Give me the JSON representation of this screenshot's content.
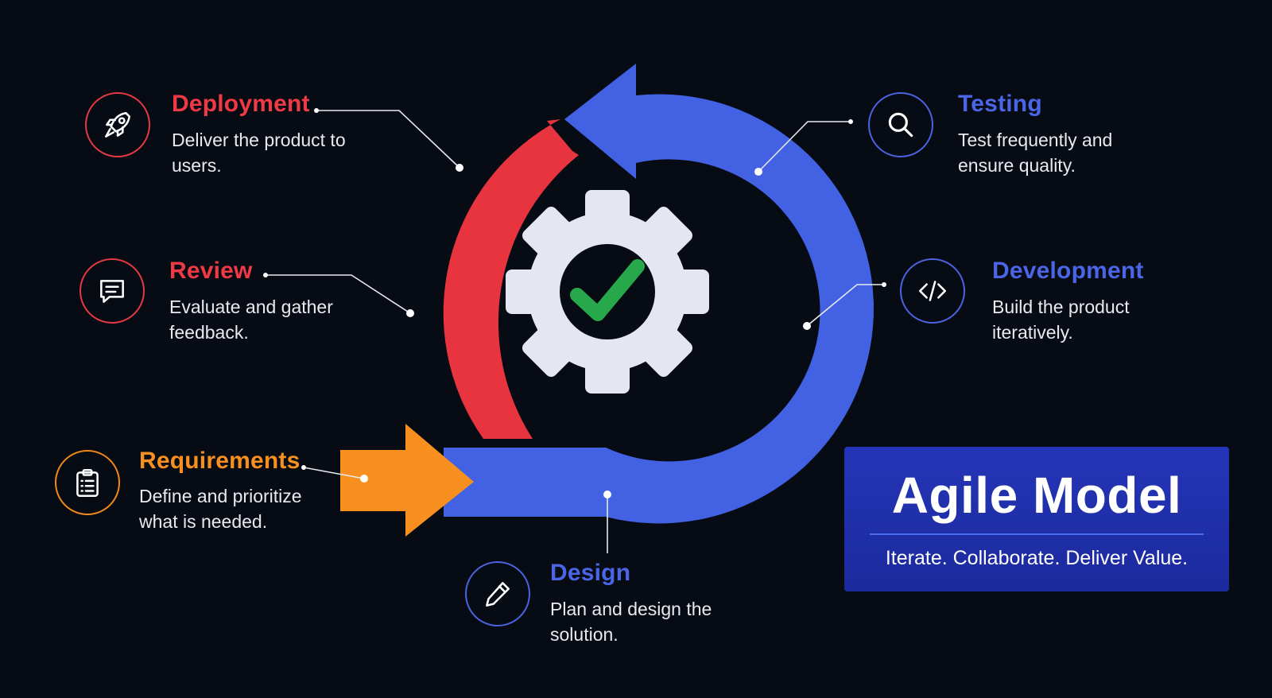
{
  "stages": [
    {
      "key": "deployment",
      "title": "Deployment",
      "description": "Deliver the product to users.",
      "icon": "rocket-icon",
      "color": "#ef3a45"
    },
    {
      "key": "review",
      "title": "Review",
      "description": "Evaluate and gather feedback.",
      "icon": "chat-bubble-icon",
      "color": "#ef3a45"
    },
    {
      "key": "requirements",
      "title": "Requirements",
      "description": "Define and prioritize what is needed.",
      "icon": "clipboard-icon",
      "color": "#f7901e"
    },
    {
      "key": "design",
      "title": "Design",
      "description": "Plan and design the solution.",
      "icon": "pencil-icon",
      "color": "#4a66e6"
    },
    {
      "key": "development",
      "title": "Development",
      "description": "Build the product iteratively.",
      "icon": "code-icon",
      "color": "#4a66e6"
    },
    {
      "key": "testing",
      "title": "Testing",
      "description": "Test frequently and ensure quality.",
      "icon": "magnifier-icon",
      "color": "#4a66e6"
    }
  ],
  "center": {
    "icon": "gear-checkmark-icon",
    "gear_color": "#e4e7f2",
    "check_color": "#27a84a"
  },
  "cycle_colors": {
    "red": "#e8343f",
    "blue": "#4361e3",
    "orange": "#f7901e",
    "background": "#070b14"
  },
  "brand": {
    "title": "Agile Model",
    "subtitle": "Iterate. Collaborate. Deliver Value.",
    "box_color": "#2232b0"
  }
}
